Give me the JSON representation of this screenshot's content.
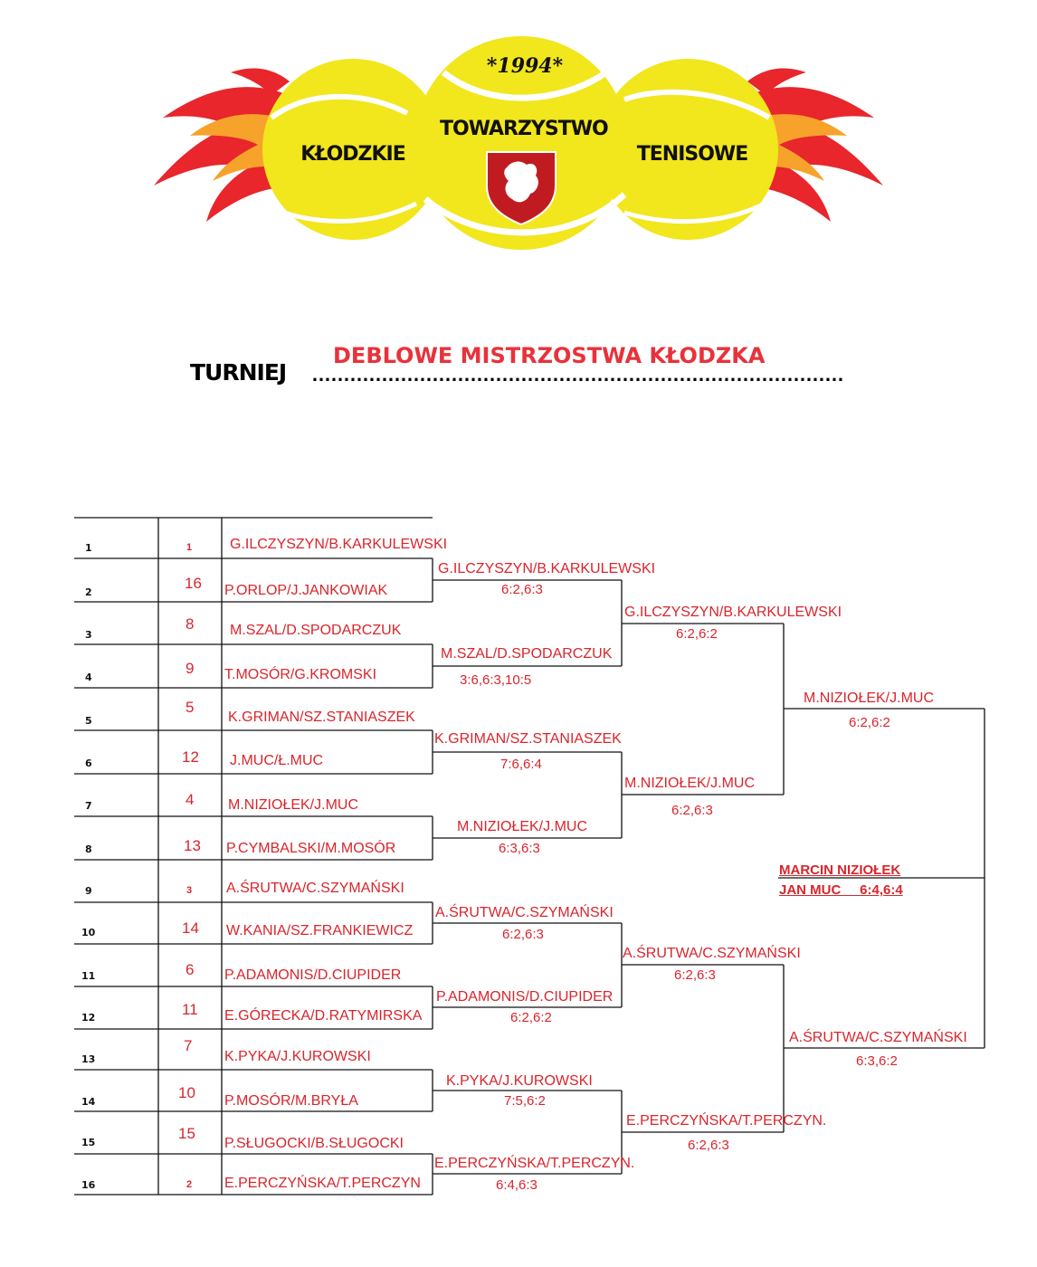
{
  "logo": {
    "year": "*1994*",
    "left_word": "KŁODZKIE",
    "center_word": "TOWARZYSTWO",
    "right_word": "TENISOWE",
    "ball_color": "#f2e61d",
    "flame_color": "#e8262b"
  },
  "heading": {
    "label": "TURNIEJ",
    "dots": "…………………………………………………………………………",
    "title": "DEBLOWE MISTRZOSTWA KŁODZKA"
  },
  "rows": [
    {
      "num": "1",
      "seed": "1",
      "pair": "G.ILCZYSZYN/B.KARKULEWSKI"
    },
    {
      "num": "2",
      "seed": "16",
      "pair": "P.ORLOP/J.JANKOWIAK"
    },
    {
      "num": "3",
      "seed": "8",
      "pair": "M.SZAL/D.SPODARCZUK"
    },
    {
      "num": "4",
      "seed": "9",
      "pair": "T.MOSÓR/G.KROMSKI"
    },
    {
      "num": "5",
      "seed": "5",
      "pair": "K.GRIMAN/SZ.STANIASZEK"
    },
    {
      "num": "6",
      "seed": "12",
      "pair": "J.MUC/Ł.MUC"
    },
    {
      "num": "7",
      "seed": "4",
      "pair": "M.NIZIOŁEK/J.MUC"
    },
    {
      "num": "8",
      "seed": "13",
      "pair": "P.CYMBALSKI/M.MOSÓR"
    },
    {
      "num": "9",
      "seed": "3",
      "pair": "A.ŚRUTWA/C.SZYMAŃSKI"
    },
    {
      "num": "10",
      "seed": "14",
      "pair": "W.KANIA/SZ.FRANKIEWICZ"
    },
    {
      "num": "11",
      "seed": "6",
      "pair": "P.ADAMONIS/D.CIUPIDER"
    },
    {
      "num": "12",
      "seed": "11",
      "pair": "E.GÓRECKA/D.RATYMIRSKA"
    },
    {
      "num": "13",
      "seed": "7",
      "pair": "K.PYKA/J.KUROWSKI"
    },
    {
      "num": "14",
      "seed": "10",
      "pair": "P.MOSÓR/M.BRYŁA"
    },
    {
      "num": "15",
      "seed": "15",
      "pair": "P.SŁUGOCKI/B.SŁUGOCKI"
    },
    {
      "num": "16",
      "seed": "2",
      "pair": "E.PERCZYŃSKA/T.PERCZYN"
    }
  ],
  "round2": [
    {
      "pair": "G.ILCZYSZYN/B.KARKULEWSKI",
      "score": "6:2,6:3"
    },
    {
      "pair": "M.SZAL/D.SPODARCZUK",
      "score": "3:6,6:3,10:5"
    },
    {
      "pair": "K.GRIMAN/SZ.STANIASZEK",
      "score": "7:6,6:4"
    },
    {
      "pair": "M.NIZIOŁEK/J.MUC",
      "score": "6:3,6:3"
    },
    {
      "pair": "A.ŚRUTWA/C.SZYMAŃSKI",
      "score": "6:2,6:3"
    },
    {
      "pair": "P.ADAMONIS/D.CIUPIDER",
      "score": "6:2,6:2"
    },
    {
      "pair": "K.PYKA/J.KUROWSKI",
      "score": "7:5,6:2"
    },
    {
      "pair": "E.PERCZYŃSKA/T.PERCZYN.",
      "score": "6:4,6:3"
    }
  ],
  "quarter": [
    {
      "pair": "G.ILCZYSZYN/B.KARKULEWSKI",
      "score": "6:2,6:2"
    },
    {
      "pair": "M.NIZIOŁEK/J.MUC",
      "score": "6:2,6:3"
    },
    {
      "pair": "A.ŚRUTWA/C.SZYMAŃSKI",
      "score": "6:2,6:3"
    },
    {
      "pair": "E.PERCZYŃSKA/T.PERCZYN.",
      "score": "6:2,6:3"
    }
  ],
  "semi": [
    {
      "pair": "M.NIZIOŁEK/J.MUC",
      "score": "6:2,6:2"
    },
    {
      "pair": "A.ŚRUTWA/C.SZYMAŃSKI",
      "score": "6:3,6:2"
    }
  ],
  "champion": {
    "line1": "MARCIN NIZIOŁEK",
    "line2": "JAN MUC     6:4,6:4"
  }
}
